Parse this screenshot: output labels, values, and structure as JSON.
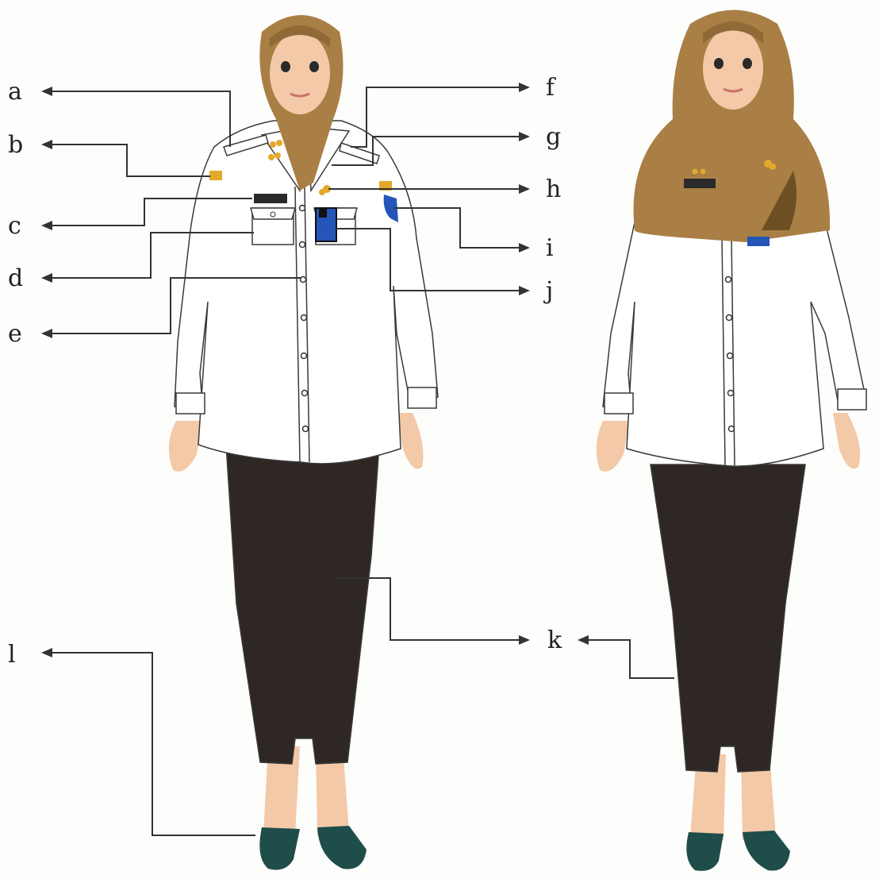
{
  "colors": {
    "hijab": "#a97f45",
    "hijab_shade": "#8f6a37",
    "skin": "#f3c9a8",
    "shirt": "#ffffff",
    "skirt": "#2e2724",
    "shoes": "#1f4d4a",
    "badge_gold": "#e3a92b",
    "emblem_blue": "#2456b8",
    "nameplate": "#2a2a2a"
  },
  "labels": {
    "a": "a",
    "b": "b",
    "c": "c",
    "d": "d",
    "e": "e",
    "f": "f",
    "g": "g",
    "h": "h",
    "i": "i",
    "j": "j",
    "k": "k",
    "l": "l"
  },
  "icons": {
    "front_figure": "woman-front-uniform-icon",
    "back_figure": "woman-long-hijab-uniform-icon"
  }
}
